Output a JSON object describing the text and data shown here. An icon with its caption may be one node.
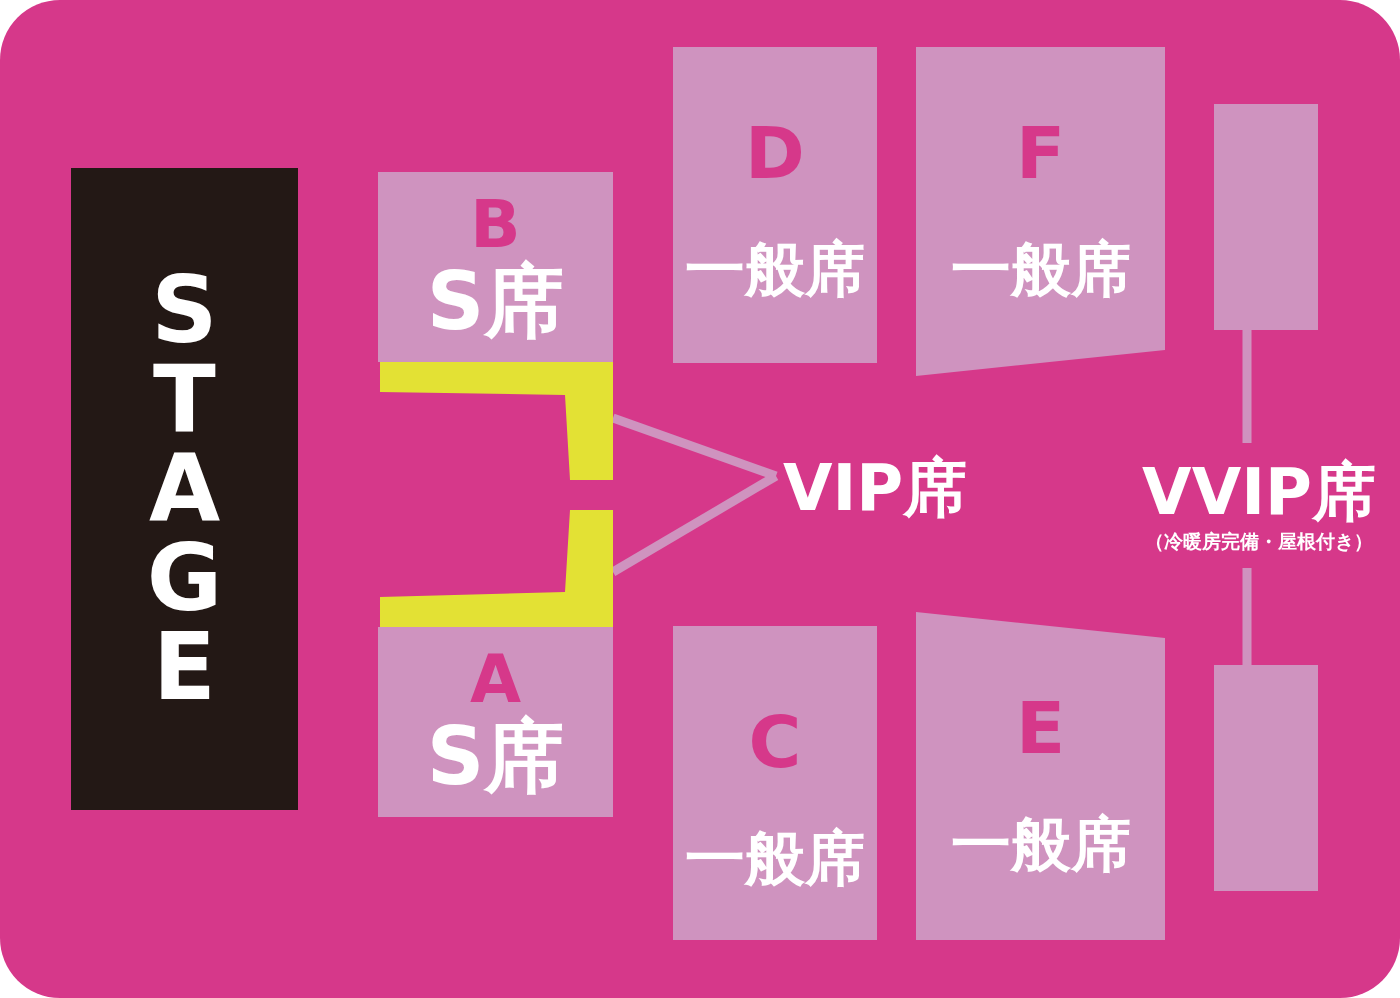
{
  "diagram": {
    "nodes": [
      {
        "text": [
          "STAGE"
        ]
      },
      {
        "text": [
          "B",
          "S席"
        ]
      },
      {
        "text": [
          "A",
          "S席"
        ]
      },
      {
        "text": [
          "D",
          "一般席"
        ]
      },
      {
        "text": [
          "F",
          "一般席"
        ]
      },
      {
        "text": [
          "C",
          "一般席"
        ]
      },
      {
        "text": [
          "E",
          "一般席"
        ]
      },
      {
        "text": [],
        "shape": "bar"
      },
      {
        "text": [],
        "shape": "bar"
      },
      {
        "text": [
          "VIP席"
        ]
      },
      {
        "text": [],
        "shape": "box"
      },
      {
        "text": [
          "VVIP席",
          "（冷暖房完備・屋根付き）"
        ]
      },
      {
        "text": [],
        "shape": "box"
      }
    ],
    "edges": [
      {
        "from": 9,
        "to": 7,
        "arrow": "none"
      },
      {
        "from": 9,
        "to": 8,
        "arrow": "none"
      },
      {
        "from": 11,
        "to": 10,
        "arrow": "none"
      },
      {
        "from": 11,
        "to": 12,
        "arrow": "none"
      }
    ]
  }
}
